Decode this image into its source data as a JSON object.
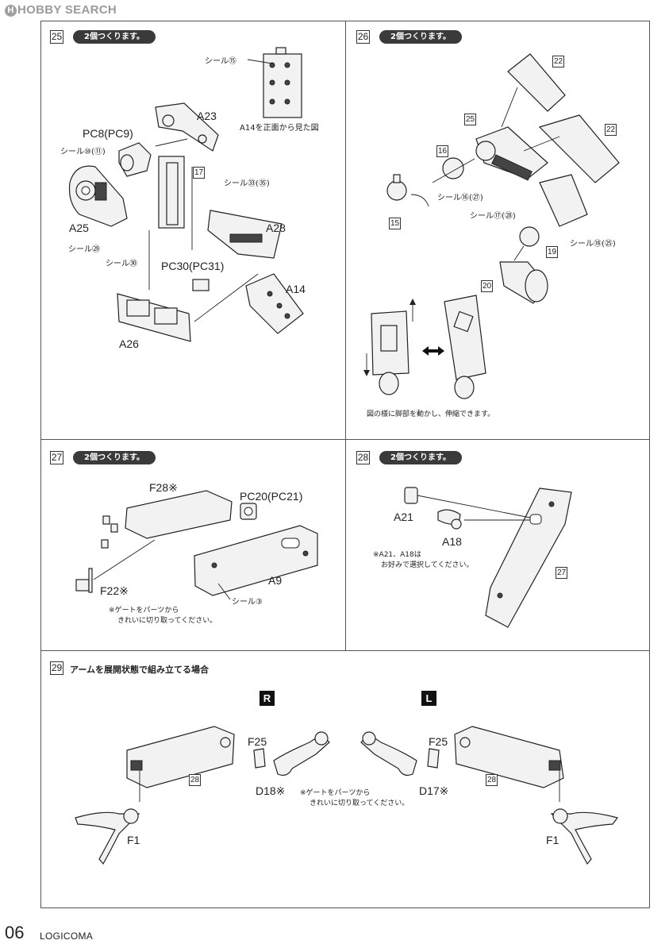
{
  "header": {
    "site": "HOBBY SEARCH"
  },
  "steps": {
    "s25": {
      "num": "25",
      "pill": "2個つくります。",
      "labels": {
        "seal15": "シール⑮",
        "a14view": "A14を正面から見た図",
        "a23": "A23",
        "pc8": "PC8(PC9)",
        "seal10": "シール⑩(⑪)",
        "b17": "17",
        "seal33": "シール㉝(㉟)",
        "a25": "A25",
        "a28": "A28",
        "seal29": "シール㉙",
        "seal30": "シール㉚",
        "pc30": "PC30(PC31)",
        "a14": "A14",
        "a26": "A26"
      }
    },
    "s26": {
      "num": "26",
      "pill": "2個つくります。",
      "labels": {
        "b22a": "22",
        "b22b": "22",
        "b25": "25",
        "b16": "16",
        "b15": "15",
        "b19": "19",
        "b20": "20",
        "seal16": "シール⑯(㉗)",
        "seal17": "シール⑰(㉘)",
        "seal18": "シール⑱(㉕)",
        "note": "図の様に脚部を動かし、伸縮できます。"
      }
    },
    "s27": {
      "num": "27",
      "pill": "2個つくります。",
      "labels": {
        "f28": "F28※",
        "pc20": "PC20(PC21)",
        "a9": "A9",
        "f22": "F22※",
        "seal3": "シール③",
        "note1": "※ゲートをパーツから",
        "note2": "きれいに切り取ってください。"
      }
    },
    "s28": {
      "num": "28",
      "pill": "2個つくります。",
      "labels": {
        "a21": "A21",
        "a18": "A18",
        "b27": "27",
        "note1": "※A21、A18は",
        "note2": "お好みで選択してください。"
      }
    },
    "s29": {
      "num": "29",
      "title": "アームを展開状態で組み立てる場合",
      "labels": {
        "r": "R",
        "l": "L",
        "f25r": "F25",
        "f25l": "F25",
        "d18": "D18※",
        "d17": "D17※",
        "b28r": "28",
        "b28l": "28",
        "f1r": "F1",
        "f1l": "F1",
        "note1": "※ゲートをパーツから",
        "note2": "きれいに切り取ってください。"
      }
    }
  },
  "footer": {
    "page": "06",
    "title": "LOGICOMA"
  }
}
